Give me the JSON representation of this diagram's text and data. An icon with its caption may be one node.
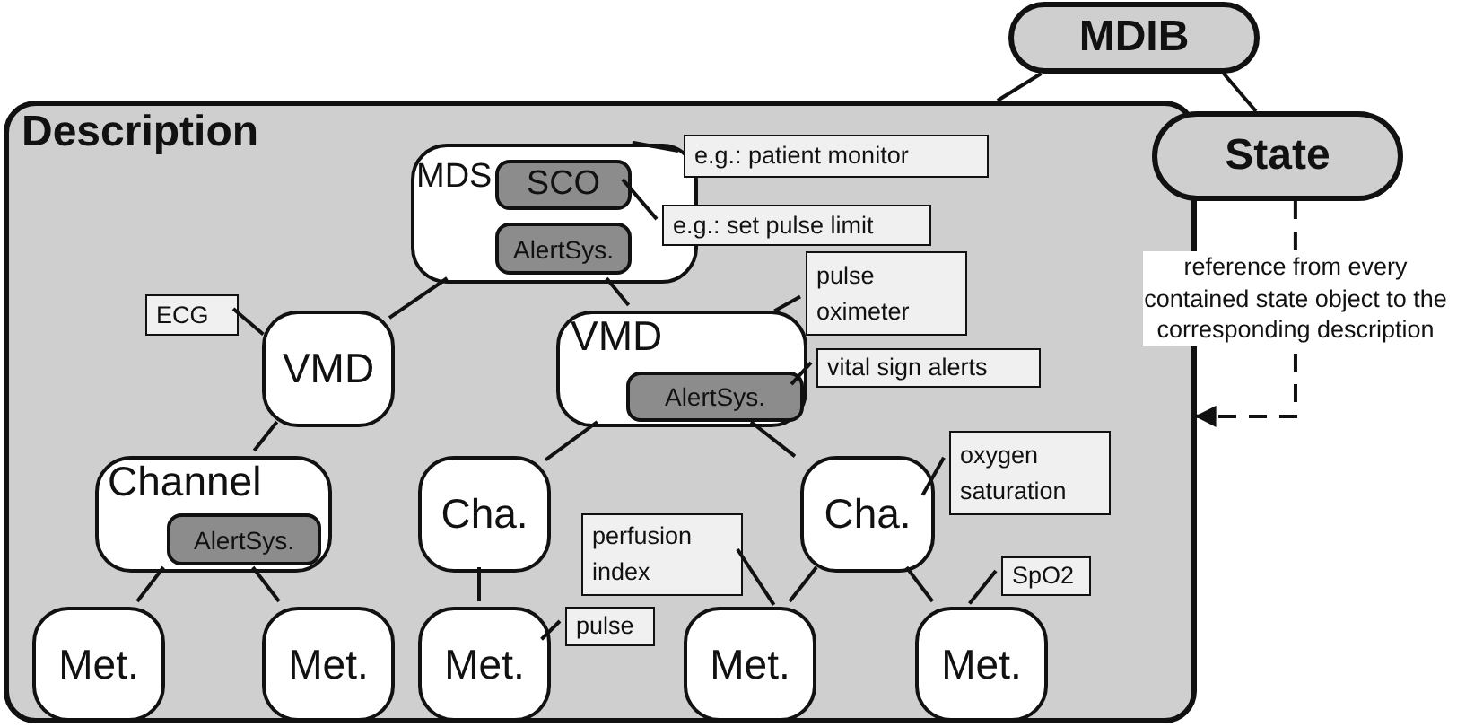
{
  "diagram": {
    "nodes": [
      {
        "text": [
          "MDIB"
        ]
      },
      {
        "text": [
          "Description"
        ]
      },
      {
        "text": [
          "State"
        ]
      },
      {
        "text": [
          "MDS"
        ],
        "in": 1
      },
      {
        "text": [
          "SCO"
        ],
        "in": 3
      },
      {
        "text": [
          "AlertSys."
        ],
        "in": 3
      },
      {
        "text": [
          "e.g.: patient monitor"
        ],
        "in": 1
      },
      {
        "text": [
          "e.g.: set pulse limit"
        ],
        "in": 1
      },
      {
        "text": [
          "ECG"
        ],
        "in": 1
      },
      {
        "text": [
          "VMD"
        ],
        "in": 1
      },
      {
        "text": [
          "VMD"
        ],
        "in": 1
      },
      {
        "text": [
          "AlertSys."
        ],
        "in": 10
      },
      {
        "text": [
          "pulse oximeter"
        ],
        "in": 1
      },
      {
        "text": [
          "vital sign alerts"
        ],
        "in": 1
      },
      {
        "text": [
          "Channel"
        ],
        "in": 1
      },
      {
        "text": [
          "AlertSys."
        ],
        "in": 14
      },
      {
        "text": [
          "Cha."
        ],
        "in": 1
      },
      {
        "text": [
          "Cha."
        ],
        "in": 1
      },
      {
        "text": [
          "oxygen saturation"
        ],
        "in": 1
      },
      {
        "text": [
          "perfusion index"
        ],
        "in": 1
      },
      {
        "text": [
          "Met."
        ],
        "in": 1
      },
      {
        "text": [
          "Met."
        ],
        "in": 1
      },
      {
        "text": [
          "Met."
        ],
        "in": 1
      },
      {
        "text": [
          "pulse"
        ],
        "in": 1
      },
      {
        "text": [
          "Met."
        ],
        "in": 1
      },
      {
        "text": [
          "Met."
        ],
        "in": 1
      },
      {
        "text": [
          "SpO2"
        ],
        "in": 1
      }
    ],
    "edges": [
      {
        "from": 0,
        "to": 1,
        "arrow": "none"
      },
      {
        "from": 0,
        "to": 2,
        "arrow": "none"
      },
      {
        "from": 2,
        "to": 1,
        "arrow": "to",
        "style": "dashed",
        "label": "reference from every contained state object to the corresponding description"
      },
      {
        "from": 3,
        "to": 9,
        "arrow": "none"
      },
      {
        "from": 3,
        "to": 10,
        "arrow": "none"
      },
      {
        "from": 9,
        "to": 14,
        "arrow": "none"
      },
      {
        "from": 10,
        "to": 16,
        "arrow": "none"
      },
      {
        "from": 10,
        "to": 17,
        "arrow": "none"
      },
      {
        "from": 14,
        "to": 20,
        "arrow": "none"
      },
      {
        "from": 14,
        "to": 21,
        "arrow": "none"
      },
      {
        "from": 16,
        "to": 22,
        "arrow": "none"
      },
      {
        "from": 17,
        "to": 24,
        "arrow": "none"
      },
      {
        "from": 17,
        "to": 25,
        "arrow": "none"
      },
      {
        "from": 6,
        "to": 3,
        "arrow": "none"
      },
      {
        "from": 7,
        "to": 4,
        "arrow": "none"
      },
      {
        "from": 8,
        "to": 9,
        "arrow": "none"
      },
      {
        "from": 12,
        "to": 10,
        "arrow": "none"
      },
      {
        "from": 13,
        "to": 11,
        "arrow": "none"
      },
      {
        "from": 18,
        "to": 17,
        "arrow": "none"
      },
      {
        "from": 19,
        "to": 24,
        "arrow": "none"
      },
      {
        "from": 23,
        "to": 22,
        "arrow": "none"
      },
      {
        "from": 26,
        "to": 25,
        "arrow": "none"
      }
    ]
  }
}
